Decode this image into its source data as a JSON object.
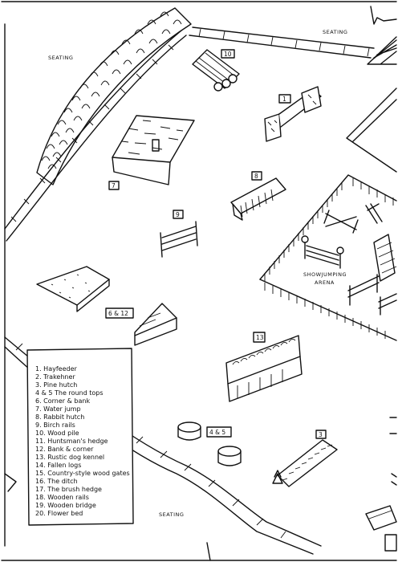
{
  "labels": {
    "seating_top_left": "SEATING",
    "seating_top_right": "SEATING",
    "seating_bottom": "SEATING",
    "arena_line1": "SHOWJUMPING",
    "arena_line2": "ARENA"
  },
  "fence_numbers": {
    "n10": "10",
    "n1": "1",
    "n7": "7",
    "n8": "8",
    "n9": "9",
    "n6_12": "6 & 12",
    "n13": "13",
    "n4_5": "4 & 5",
    "n3": "3"
  },
  "legend": [
    "1. Hayfeeder",
    "2. Trakehner",
    "3. Pine hutch",
    "4 & 5 The round tops",
    "6. Corner & bank",
    "7. Water jump",
    "8. Rabbit hutch",
    "9. Birch rails",
    "10. Wood pile",
    "11. Huntsman's hedge",
    "12. Bank & corner",
    "13. Rustic dog kennel",
    "14. Fallen logs",
    "15. Country-style wood gates",
    "16. The ditch",
    "17. The brush hedge",
    "18. Wooden rails",
    "19. Wooden bridge",
    "20. Flower bed"
  ]
}
